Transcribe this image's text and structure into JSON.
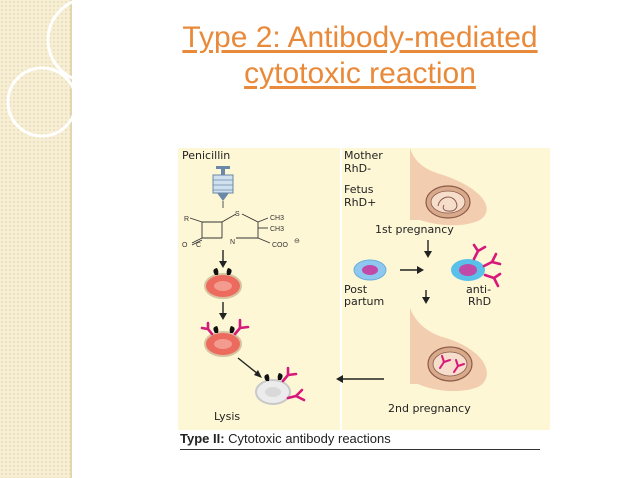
{
  "slide": {
    "title_line1": "Type 2: Antibody-mediated",
    "title_line2": "cytotoxic reaction"
  },
  "figure": {
    "left_panel": {
      "drug_label": "Penicillin",
      "chem_r": "R",
      "chem_s": "S",
      "chem_ch3_top": "CH3",
      "chem_ch3_bottom": "CH3",
      "chem_o": "O",
      "chem_c": "C",
      "chem_n": "N",
      "chem_coo": "COO",
      "chem_charge": "⊖",
      "lysis_label": "Lysis"
    },
    "right_panel": {
      "mother_label": "Mother",
      "mother_rh": "RhD-",
      "fetus_label": "Fetus",
      "fetus_rh": "RhD+",
      "first_pregnancy": "1st pregnancy",
      "post_label": "Post",
      "partum_label": "partum",
      "anti_label": "anti-",
      "rhd_label": "RhD",
      "second_pregnancy": "2nd pregnancy"
    },
    "caption_bold": "Type II:",
    "caption_rest": " Cytotoxic antibody reactions"
  },
  "colors": {
    "title": "#e98a3a",
    "panel_bg": "#fdf7d5",
    "antibody": "#d6197a",
    "rbc": "#ec6a5e",
    "band": "#f6efd6"
  }
}
